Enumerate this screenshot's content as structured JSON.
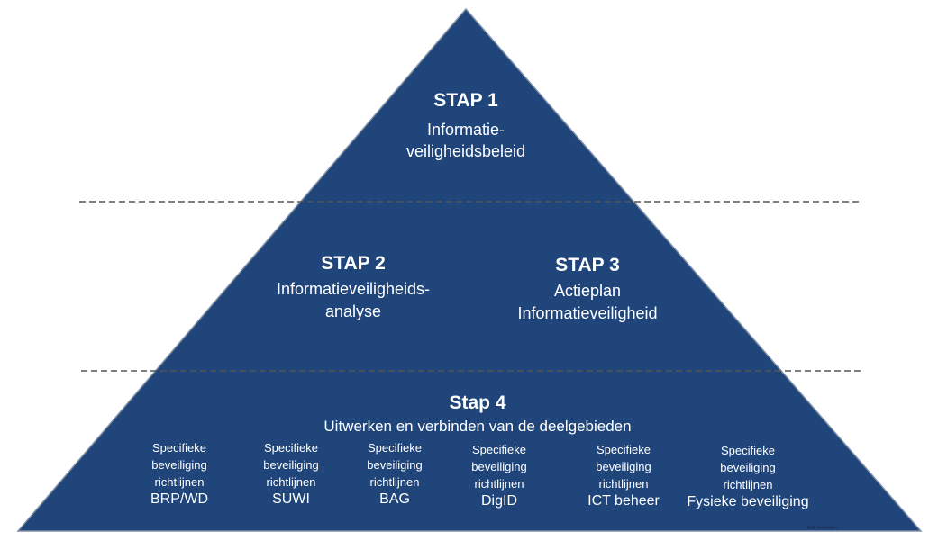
{
  "colors": {
    "pyramid_fill": "#1f457a",
    "pyramid_stroke": "#7f8fa6",
    "text": "#ffffff",
    "divider": "#555555"
  },
  "stap1": {
    "title": "STAP 1",
    "desc_line1": "Informatie-",
    "desc_line2": "veiligheidsbeleid"
  },
  "stap2": {
    "title": "STAP 2",
    "desc_line1": "Informatieveiligheids-",
    "desc_line2": "analyse"
  },
  "stap3": {
    "title": "STAP 3",
    "desc_line1": "Actieplan",
    "desc_line2": "Informatieveiligheid"
  },
  "stap4": {
    "title": "Stap 4",
    "desc": "Uitwerken en verbinden van de deelgebieden",
    "areas": [
      {
        "line1": "Specifieke",
        "line2": "beveiliging",
        "line3": "richtlijnen",
        "name": "BRP/WD"
      },
      {
        "line1": "Specifieke",
        "line2": "beveiliging",
        "line3": "richtlijnen",
        "name": "SUWI"
      },
      {
        "line1": "Specifieke",
        "line2": "beveiliging",
        "line3": "richtlijnen",
        "name": "BAG"
      },
      {
        "line1": "Specifieke",
        "line2": "beveiliging",
        "line3": "richtlijnen",
        "name": "DigID"
      },
      {
        "line1": "Specifieke",
        "line2": "beveiliging",
        "line3": "richtlijnen",
        "name": "ICT beheer"
      },
      {
        "line1": "Specifieke",
        "line2": "beveiliging",
        "line3": "richtlijnen",
        "name": "Fysieke beveiliging"
      }
    ]
  },
  "credit": "Erik Verstraten"
}
